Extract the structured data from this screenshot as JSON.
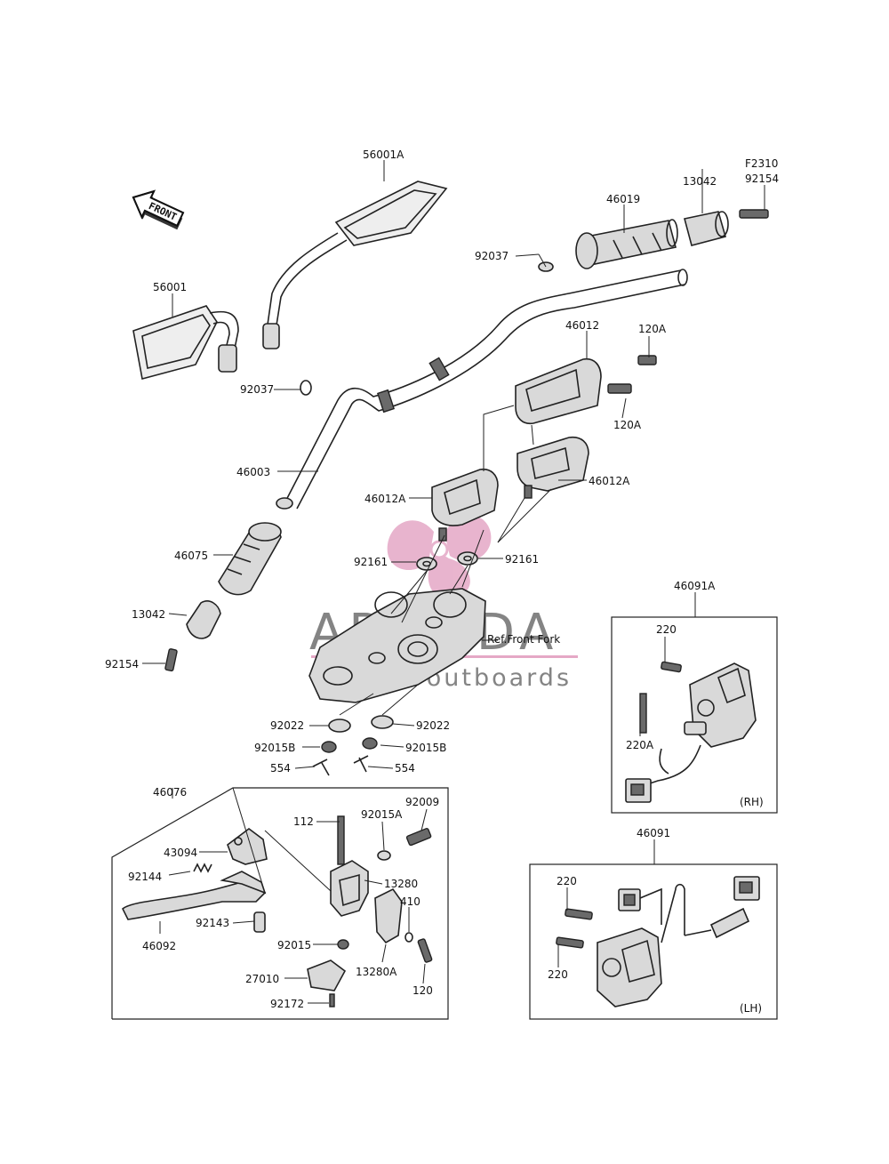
{
  "diagram_code": "F2310",
  "front_arrow": {
    "label": "FRONT",
    "icon": "front-arrow-icon"
  },
  "reference_note": "Ref.Front Fork",
  "watermark": {
    "title": "ARMADA",
    "subtitle": "marine outboards",
    "logo": "propeller-logo-icon",
    "accent_color": "#e5a8c6"
  },
  "switch_boxes": {
    "rh": {
      "caption": "(RH)"
    },
    "lh": {
      "caption": "(LH)"
    }
  },
  "callouts": [
    "56001A",
    "56001",
    "46019",
    "13042",
    "92154",
    "92037",
    "92037",
    "46012",
    "120A",
    "120A",
    "46003",
    "46012A",
    "46012A",
    "92161",
    "92161",
    "46075",
    "13042",
    "92154",
    "92022",
    "92022",
    "92015B",
    "92015B",
    "554",
    "554",
    "46076",
    "43094",
    "92144",
    "46092",
    "92143",
    "112",
    "92015A",
    "92009",
    "13280",
    "410",
    "92015",
    "13280A",
    "120",
    "27010",
    "92172",
    "46091A",
    "220",
    "220A",
    "46091",
    "220",
    "220"
  ]
}
